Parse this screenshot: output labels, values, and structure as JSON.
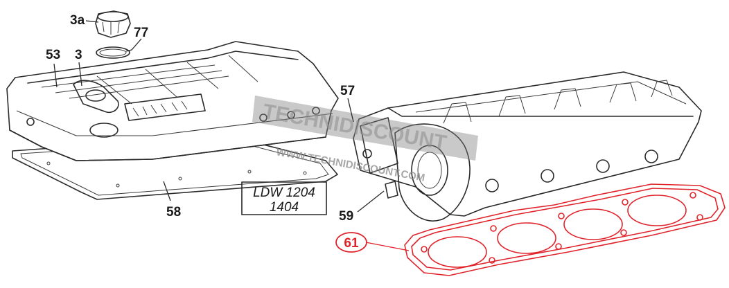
{
  "callouts": {
    "c3a": "3a",
    "c77": "77",
    "c53": "53",
    "c3": "3",
    "c57": "57",
    "c58": "58",
    "c59": "59",
    "c61": "61"
  },
  "model_box": {
    "line1": "LDW 1204",
    "line2": "1404"
  },
  "watermark": {
    "brand": "TECHNIDISCOUNT",
    "url": "WWW.TECHNIDISCOUNT.COM"
  },
  "colors": {
    "highlight": "#e0232b",
    "ink": "#2a2a2a",
    "watermark": "#8a8a8a"
  }
}
